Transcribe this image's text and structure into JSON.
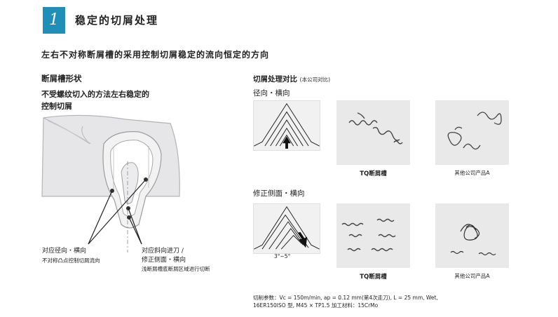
{
  "header": {
    "section_number": "1",
    "title": "稳定的切屑处理",
    "accent_color": "#1f8fb8"
  },
  "subtitle": "左右不对称断屑槽的采用控制切屑稳定的流向恒定的方向",
  "left": {
    "heading": "断屑槽形状",
    "subheading": "不受螺纹切入的方法左右稳定的控制切屑",
    "label_radial": "对应径向・横向",
    "label_radial_note": "不对称凸点控制切屑流向",
    "label_oblique_line1": "对应斜向进刀 /",
    "label_oblique_line2": "修正侧面・横向",
    "label_oblique_note": "浅断屑槽底断屑区域进行切断"
  },
  "right": {
    "heading": "切屑处理对比",
    "heading_note": "(本公司对比)",
    "row1_label": "径向・横向",
    "row2_label": "修正侧面・横向",
    "angle_label": "3°~5°",
    "caption_tq": "TQ断屑槽",
    "caption_other": "其他公司产品A"
  },
  "params": {
    "line1": "切削参数：Vc = 150m/min, ap = 0.12 mm(第4次走刀), L = 25 mm, Wet,",
    "line2": "16ER150ISO 型, M45 × TP1.5  加工材料：15CrMo"
  }
}
